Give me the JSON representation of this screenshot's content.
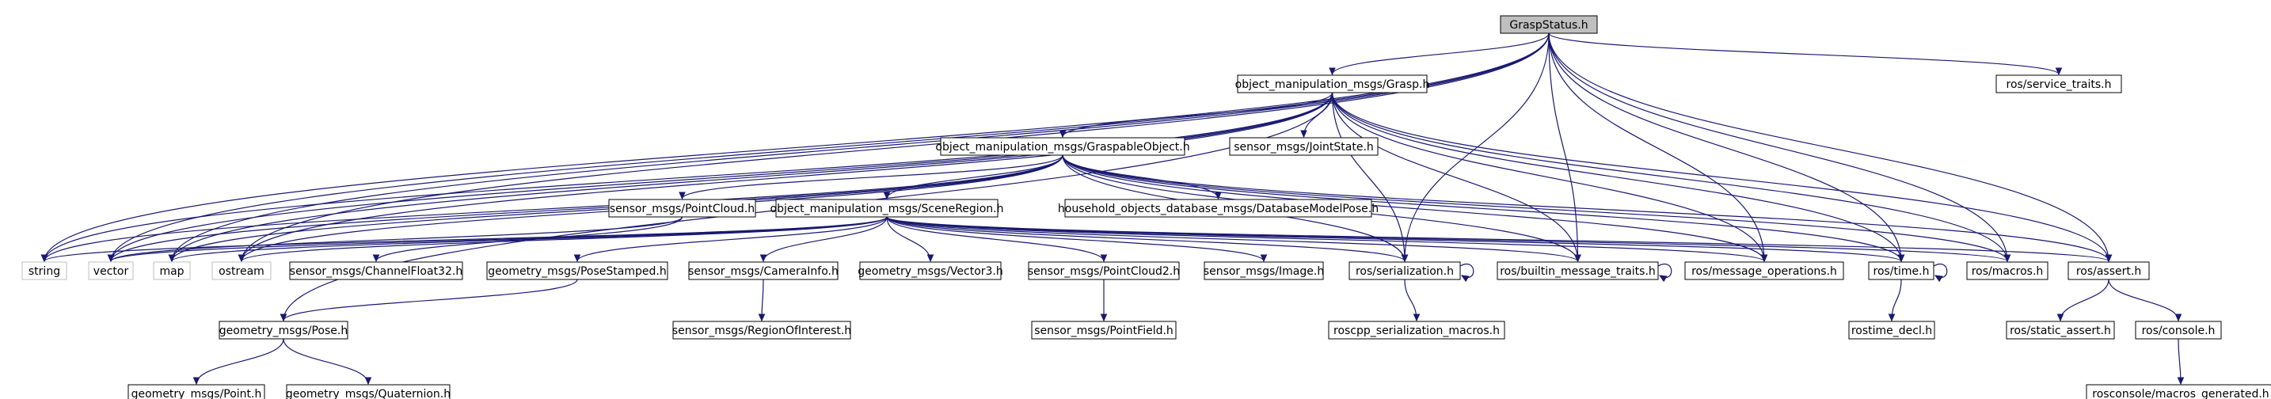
{
  "graph": {
    "edge_color": "#191970",
    "root_fill": "#bfbfbf",
    "nodes": [
      {
        "id": "root",
        "label": "GraspStatus.h",
        "kind": "root"
      },
      {
        "id": "grasp",
        "label": "object_manipulation_msgs/Grasp.h",
        "kind": "file"
      },
      {
        "id": "service_traits",
        "label": "ros/service_traits.h",
        "kind": "file"
      },
      {
        "id": "graspable",
        "label": "object_manipulation_msgs/GraspableObject.h",
        "kind": "file"
      },
      {
        "id": "jointstate",
        "label": "sensor_msgs/JointState.h",
        "kind": "file"
      },
      {
        "id": "pointcloud",
        "label": "sensor_msgs/PointCloud.h",
        "kind": "file"
      },
      {
        "id": "sceneregion",
        "label": "object_manipulation_msgs/SceneRegion.h",
        "kind": "file"
      },
      {
        "id": "dbmodelpose",
        "label": "household_objects_database_msgs/DatabaseModelPose.h",
        "kind": "file"
      },
      {
        "id": "string",
        "label": "string",
        "kind": "system"
      },
      {
        "id": "vector",
        "label": "vector",
        "kind": "system"
      },
      {
        "id": "map",
        "label": "map",
        "kind": "system"
      },
      {
        "id": "ostream",
        "label": "ostream",
        "kind": "system"
      },
      {
        "id": "chanfloat",
        "label": "sensor_msgs/ChannelFloat32.h",
        "kind": "file"
      },
      {
        "id": "posestamped",
        "label": "geometry_msgs/PoseStamped.h",
        "kind": "file"
      },
      {
        "id": "camerainfo",
        "label": "sensor_msgs/CameraInfo.h",
        "kind": "file"
      },
      {
        "id": "vector3",
        "label": "geometry_msgs/Vector3.h",
        "kind": "file"
      },
      {
        "id": "pointcloud2",
        "label": "sensor_msgs/PointCloud2.h",
        "kind": "file"
      },
      {
        "id": "image",
        "label": "sensor_msgs/Image.h",
        "kind": "file"
      },
      {
        "id": "serialization",
        "label": "ros/serialization.h",
        "kind": "file"
      },
      {
        "id": "builtin",
        "label": "ros/builtin_message_traits.h",
        "kind": "file"
      },
      {
        "id": "msgops",
        "label": "ros/message_operations.h",
        "kind": "file"
      },
      {
        "id": "time",
        "label": "ros/time.h",
        "kind": "file"
      },
      {
        "id": "macros",
        "label": "ros/macros.h",
        "kind": "file"
      },
      {
        "id": "assert",
        "label": "ros/assert.h",
        "kind": "file"
      },
      {
        "id": "pose",
        "label": "geometry_msgs/Pose.h",
        "kind": "file"
      },
      {
        "id": "roi",
        "label": "sensor_msgs/RegionOfInterest.h",
        "kind": "file"
      },
      {
        "id": "pointfield",
        "label": "sensor_msgs/PointField.h",
        "kind": "file"
      },
      {
        "id": "sermacros",
        "label": "roscpp_serialization_macros.h",
        "kind": "file"
      },
      {
        "id": "rostimedecl",
        "label": "rostime_decl.h",
        "kind": "file"
      },
      {
        "id": "staticassert",
        "label": "ros/static_assert.h",
        "kind": "file"
      },
      {
        "id": "console",
        "label": "ros/console.h",
        "kind": "file"
      },
      {
        "id": "point",
        "label": "geometry_msgs/Point.h",
        "kind": "file"
      },
      {
        "id": "quaternion",
        "label": "geometry_msgs/Quaternion.h",
        "kind": "file"
      },
      {
        "id": "consolemacros",
        "label": "rosconsole/macros_generated.h",
        "kind": "file"
      }
    ],
    "edges": [
      [
        "root",
        "grasp"
      ],
      [
        "root",
        "service_traits"
      ],
      [
        "root",
        "string"
      ],
      [
        "root",
        "vector"
      ],
      [
        "root",
        "map"
      ],
      [
        "root",
        "ostream"
      ],
      [
        "root",
        "serialization"
      ],
      [
        "root",
        "builtin"
      ],
      [
        "root",
        "msgops"
      ],
      [
        "root",
        "time"
      ],
      [
        "root",
        "macros"
      ],
      [
        "root",
        "assert"
      ],
      [
        "grasp",
        "graspable"
      ],
      [
        "grasp",
        "jointstate"
      ],
      [
        "grasp",
        "pose"
      ],
      [
        "grasp",
        "string"
      ],
      [
        "grasp",
        "vector"
      ],
      [
        "grasp",
        "map"
      ],
      [
        "grasp",
        "ostream"
      ],
      [
        "grasp",
        "serialization"
      ],
      [
        "grasp",
        "builtin"
      ],
      [
        "grasp",
        "msgops"
      ],
      [
        "grasp",
        "time"
      ],
      [
        "grasp",
        "macros"
      ],
      [
        "grasp",
        "assert"
      ],
      [
        "graspable",
        "pointcloud"
      ],
      [
        "graspable",
        "sceneregion"
      ],
      [
        "graspable",
        "dbmodelpose"
      ],
      [
        "graspable",
        "string"
      ],
      [
        "graspable",
        "vector"
      ],
      [
        "graspable",
        "map"
      ],
      [
        "graspable",
        "ostream"
      ],
      [
        "graspable",
        "serialization"
      ],
      [
        "graspable",
        "builtin"
      ],
      [
        "graspable",
        "msgops"
      ],
      [
        "graspable",
        "time"
      ],
      [
        "graspable",
        "macros"
      ],
      [
        "graspable",
        "assert"
      ],
      [
        "pointcloud",
        "chanfloat"
      ],
      [
        "pointcloud",
        "vector"
      ],
      [
        "sceneregion",
        "posestamped"
      ],
      [
        "sceneregion",
        "camerainfo"
      ],
      [
        "sceneregion",
        "vector3"
      ],
      [
        "sceneregion",
        "pointcloud2"
      ],
      [
        "sceneregion",
        "image"
      ],
      [
        "sceneregion",
        "string"
      ],
      [
        "sceneregion",
        "vector"
      ],
      [
        "sceneregion",
        "map"
      ],
      [
        "sceneregion",
        "ostream"
      ],
      [
        "sceneregion",
        "serialization"
      ],
      [
        "sceneregion",
        "builtin"
      ],
      [
        "sceneregion",
        "msgops"
      ],
      [
        "sceneregion",
        "time"
      ],
      [
        "sceneregion",
        "macros"
      ],
      [
        "sceneregion",
        "assert"
      ],
      [
        "posestamped",
        "pose"
      ],
      [
        "camerainfo",
        "roi"
      ],
      [
        "pointcloud2",
        "pointfield"
      ],
      [
        "pose",
        "point"
      ],
      [
        "pose",
        "quaternion"
      ],
      [
        "serialization",
        "sermacros"
      ],
      [
        "serialization",
        "serialization"
      ],
      [
        "builtin",
        "builtin"
      ],
      [
        "time",
        "time"
      ],
      [
        "time",
        "rostimedecl"
      ],
      [
        "assert",
        "staticassert"
      ],
      [
        "assert",
        "console"
      ],
      [
        "console",
        "consolemacros"
      ]
    ]
  }
}
